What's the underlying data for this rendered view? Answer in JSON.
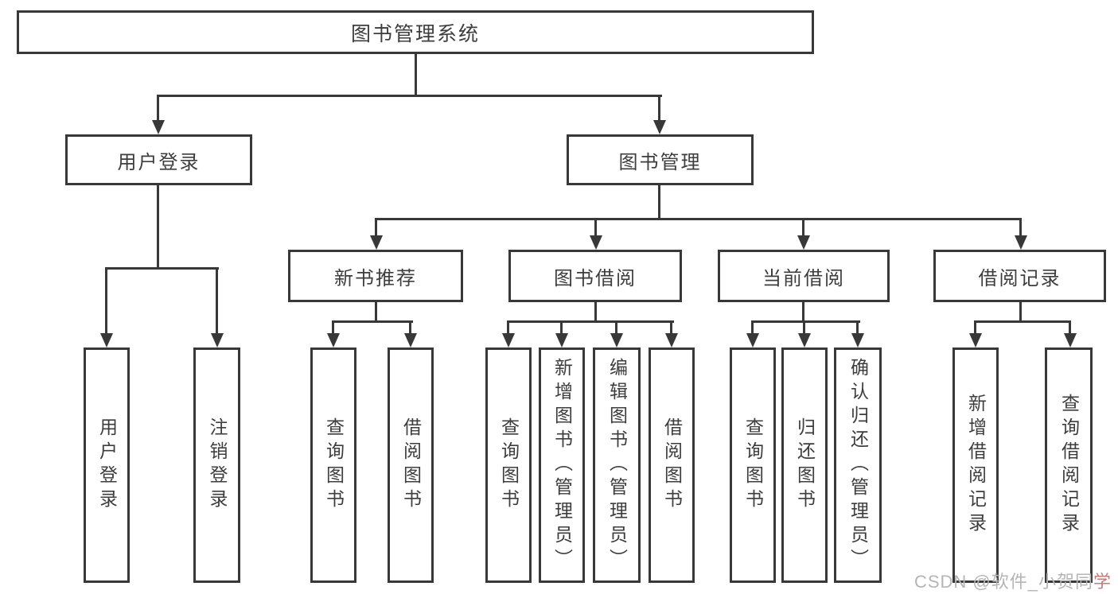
{
  "nodes": {
    "root": "图书管理系统",
    "user_login": "用户登录",
    "book_mgmt": "图书管理",
    "new_rec": "新书推荐",
    "book_borrow": "图书借阅",
    "current_borrow": "当前借阅",
    "borrow_records": "借阅记录",
    "leaf_user_login": "用户登录",
    "leaf_logout": "注销登录",
    "rec_query_books": "查询图书",
    "rec_borrow_books": "借阅图书",
    "bb_query_books": "查询图书",
    "bb_add_books": "新增图书（管理员）",
    "bb_edit_books": "编辑图书（管理员）",
    "bb_borrow_books": "借阅图书",
    "cb_query_books": "查询图书",
    "cb_return_books": "归还图书",
    "cb_confirm_return": "确认归还（管理员）",
    "br_add_record": "新增借阅记录",
    "br_query_record": "查询借阅记录"
  },
  "watermark": {
    "text": "CSDN @软件_小贺同",
    "accent": "学"
  },
  "colors": {
    "line": "#383838",
    "text": "#3d3d3d",
    "background": "#ffffff",
    "watermark": "#b5b5b5",
    "watermark_accent": "#c27c7c"
  }
}
